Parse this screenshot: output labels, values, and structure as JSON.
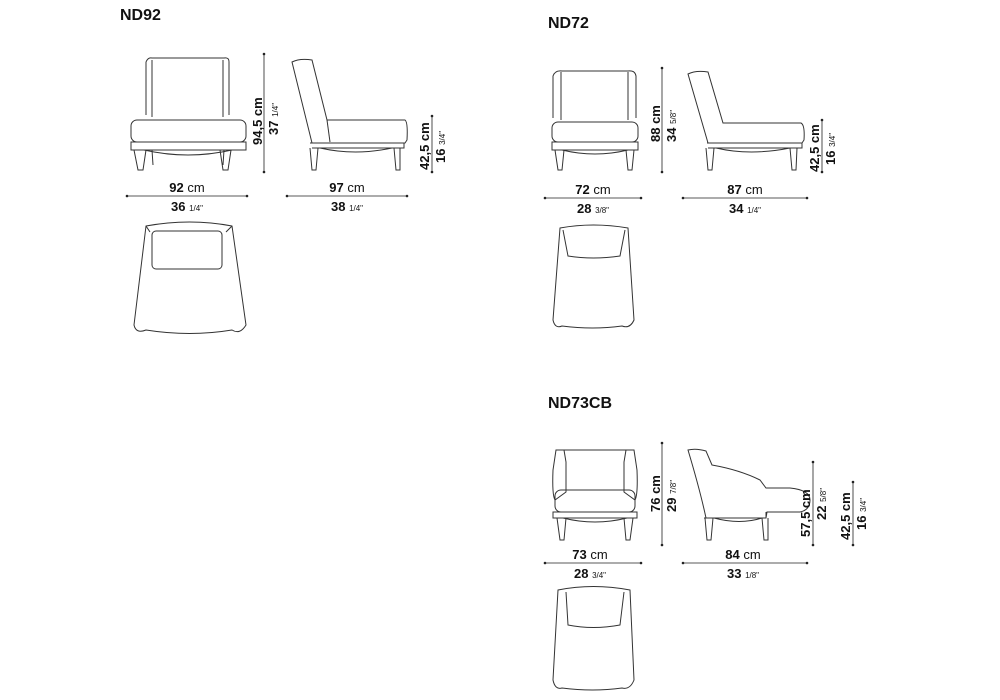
{
  "models": [
    {
      "code": "ND92",
      "width": {
        "cm": "92",
        "unit": "cm",
        "in": "36",
        "in_frac": "1/4\""
      },
      "depth": {
        "cm": "97",
        "unit": "cm",
        "in": "38",
        "in_frac": "1/4\""
      },
      "height": {
        "cm": "94,5 cm",
        "in": "37",
        "in_frac": "1/4\""
      },
      "seat_height": {
        "cm": "42,5 cm",
        "in": "16",
        "in_frac": "3/4\""
      }
    },
    {
      "code": "ND72",
      "width": {
        "cm": "72",
        "unit": "cm",
        "in": "28",
        "in_frac": "3/8\""
      },
      "depth": {
        "cm": "87",
        "unit": "cm",
        "in": "34",
        "in_frac": "1/4\""
      },
      "height": {
        "cm": "88 cm",
        "in": "34",
        "in_frac": "5/8\""
      },
      "seat_height": {
        "cm": "42,5 cm",
        "in": "16",
        "in_frac": "3/4\""
      }
    },
    {
      "code": "ND73CB",
      "width": {
        "cm": "73",
        "unit": "cm",
        "in": "28",
        "in_frac": "3/4\""
      },
      "depth": {
        "cm": "84",
        "unit": "cm",
        "in": "33",
        "in_frac": "1/8\""
      },
      "height": {
        "cm": "76 cm",
        "in": "29",
        "in_frac": "7/8\""
      },
      "arm_height": {
        "cm": "57,5 cm",
        "in": "22",
        "in_frac": "5/8\""
      },
      "seat_height": {
        "cm": "42,5 cm",
        "in": "16",
        "in_frac": "3/4\""
      }
    }
  ]
}
